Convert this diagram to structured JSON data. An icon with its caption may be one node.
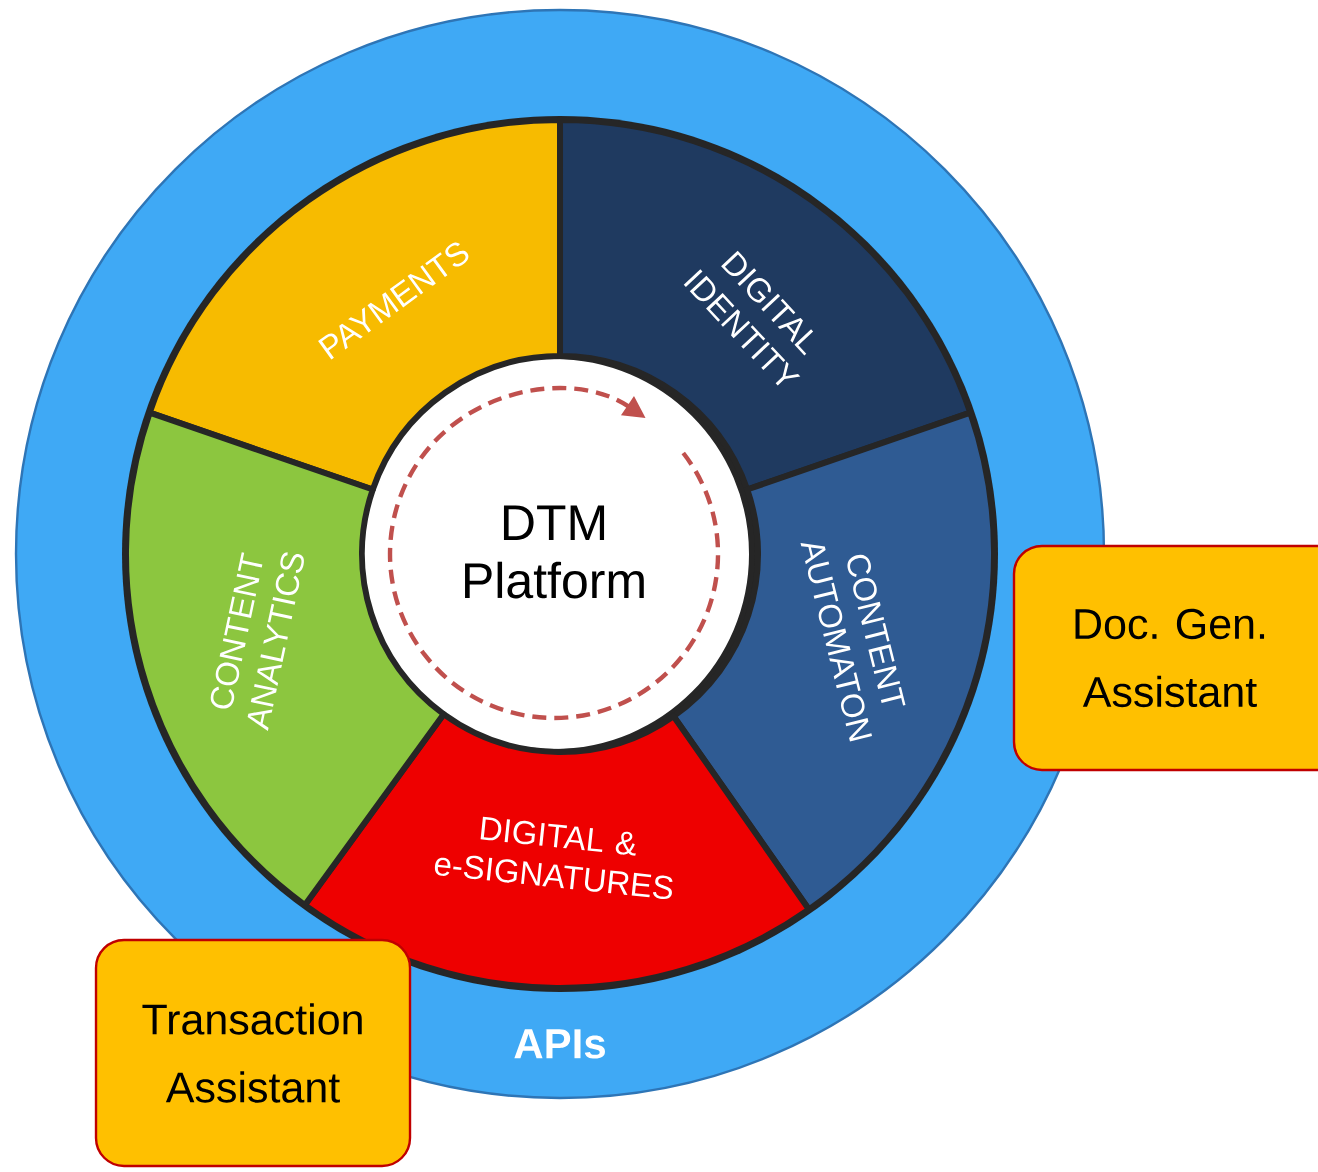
{
  "diagram": {
    "nodes": [
      {
        "text": [
          "APIs"
        ]
      },
      {
        "text": [
          "DTM Platform"
        ],
        "in": 0
      },
      {
        "text": [
          "PAYMENTS"
        ],
        "in": 0
      },
      {
        "text": [
          "DIGITAL IDENTITY"
        ],
        "in": 0
      },
      {
        "text": [
          "CONTENT AUTOMATON"
        ],
        "in": 0
      },
      {
        "text": [
          "DIGITAL & e-SIGNATURES"
        ],
        "in": 0
      },
      {
        "text": [
          "CONTENT ANALYTICS"
        ],
        "in": 0
      },
      {
        "text": [
          "Doc. Gen. Assistant"
        ]
      },
      {
        "text": [
          "Transaction Assistant"
        ]
      }
    ]
  }
}
